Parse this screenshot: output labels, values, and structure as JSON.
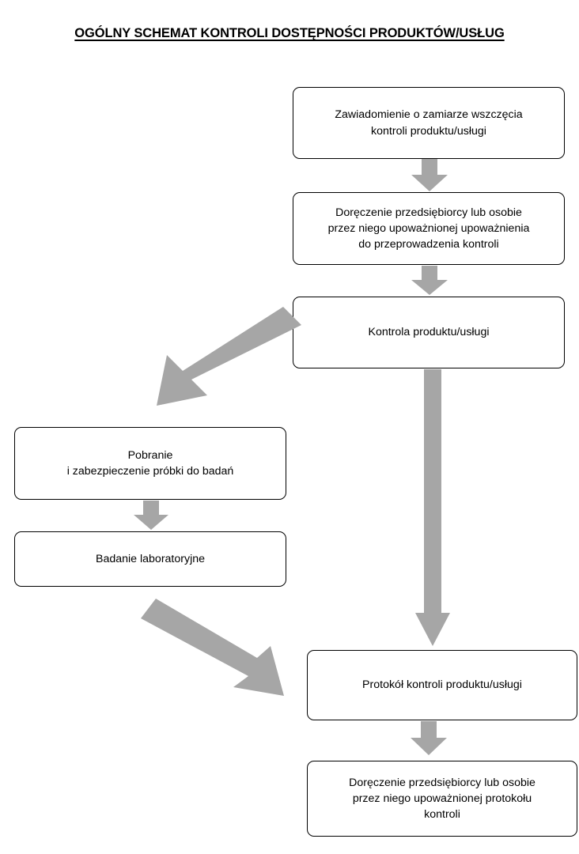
{
  "document": {
    "title": "OGÓLNY SCHEMAT KONTROLI DOSTĘPNOŚCI PRODUKTÓW/USŁUG",
    "language": "pl",
    "arrow_color": "#a6a6a6",
    "box_border_color": "#000000",
    "background_color": "#ffffff"
  },
  "flowchart": {
    "type": "flowchart",
    "nodes": [
      {
        "id": "node-zawiadomienie",
        "lines": [
          "Zawiadomienie o zamiarze wszczęcia",
          "kontroli produktu/usługi"
        ]
      },
      {
        "id": "node-doreczenie-upowaznienia",
        "lines": [
          "Doręczenie przedsiębiorcy lub osobie",
          "przez niego upoważnionej upoważnienia",
          "do przeprowadzenia kontroli"
        ]
      },
      {
        "id": "node-kontrola",
        "lines": [
          "Kontrola produktu/usługi"
        ]
      },
      {
        "id": "node-pobranie",
        "lines": [
          "Pobranie",
          "i zabezpieczenie próbki do badań"
        ]
      },
      {
        "id": "node-badanie",
        "lines": [
          "Badanie laboratoryjne"
        ]
      },
      {
        "id": "node-protokol",
        "lines": [
          "Protokół kontroli produktu/usługi"
        ]
      },
      {
        "id": "node-doreczenie-protokolu",
        "lines": [
          "Doręczenie przedsiębiorcy lub osobie",
          "przez niego upoważnionej protokołu",
          "kontroli"
        ]
      }
    ],
    "edges": [
      {
        "id": "edge-zawiadomienie-to-doreczenie",
        "from": "node-zawiadomienie",
        "to": "node-doreczenie-upowaznienia",
        "direction": "down"
      },
      {
        "id": "edge-doreczenie-to-kontrola",
        "from": "node-doreczenie-upowaznienia",
        "to": "node-kontrola",
        "direction": "down"
      },
      {
        "id": "edge-kontrola-to-pobranie",
        "from": "node-kontrola",
        "to": "node-pobranie",
        "direction": "down-left"
      },
      {
        "id": "edge-kontrola-to-protokol",
        "from": "node-kontrola",
        "to": "node-protokol",
        "direction": "down"
      },
      {
        "id": "edge-pobranie-to-badanie",
        "from": "node-pobranie",
        "to": "node-badanie",
        "direction": "down"
      },
      {
        "id": "edge-badanie-to-protokol",
        "from": "node-badanie",
        "to": "node-protokol",
        "direction": "down-right"
      },
      {
        "id": "edge-protokol-to-doreczenie-protokolu",
        "from": "node-protokol",
        "to": "node-doreczenie-protokolu",
        "direction": "down"
      }
    ]
  }
}
